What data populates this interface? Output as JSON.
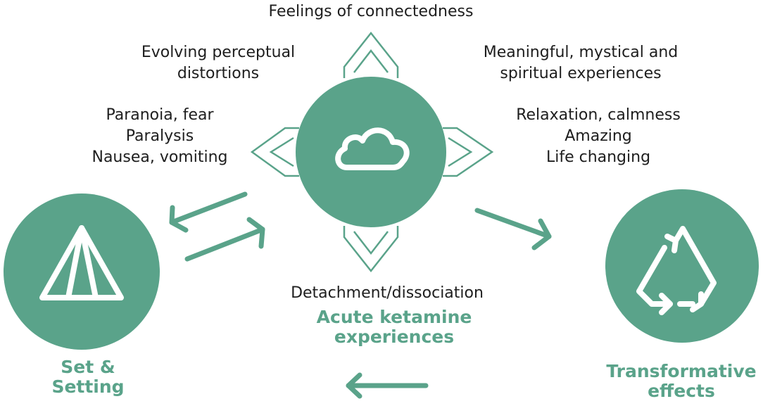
{
  "colors": {
    "accent": "#5aa38a",
    "text": "#1e1e1e",
    "icon_stroke": "#ffffff"
  },
  "center": {
    "title_lines": [
      "Acute ketamine",
      "experiences"
    ],
    "icon": "cloud-icon",
    "labels": {
      "top": "Feelings of connectedness",
      "top_left": [
        "Evolving perceptual",
        "distortions"
      ],
      "top_right": [
        "Meaningful, mystical and",
        "spiritual experiences"
      ],
      "left": [
        "Paranoia, fear",
        "Paralysis",
        "Nausea, vomiting"
      ],
      "right": [
        "Relaxation, calmness",
        "Amazing",
        "Life changing"
      ],
      "bottom": "Detachment/dissociation"
    }
  },
  "left_node": {
    "title_lines": [
      "Set &",
      "Setting"
    ],
    "icon": "tent-icon"
  },
  "right_node": {
    "title_lines": [
      "Transformative",
      "effects"
    ],
    "icon": "recycle-icon"
  }
}
